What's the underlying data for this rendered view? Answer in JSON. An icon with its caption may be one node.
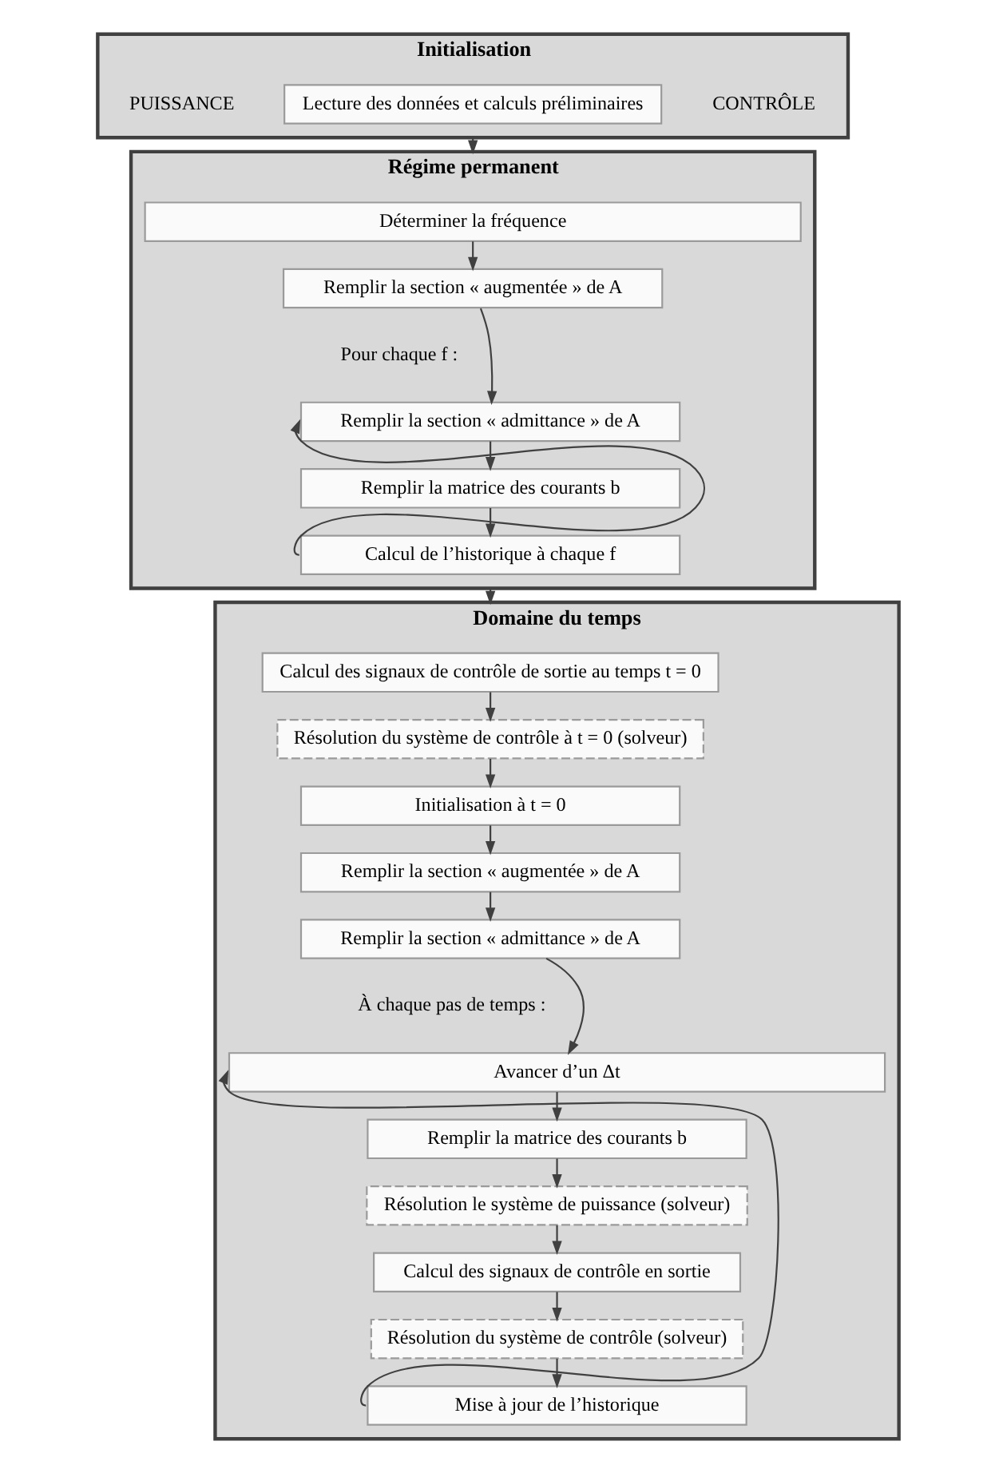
{
  "diagram": {
    "nodes": [
      {
        "text": [
          "Initialisation"
        ]
      },
      {
        "text": [
          "Lecture des données et calculs préliminaires"
        ],
        "in": 0
      },
      {
        "text": [
          "Régime permanent"
        ]
      },
      {
        "text": [
          "Déterminer la fréquence"
        ],
        "in": 2
      },
      {
        "text": [
          "Remplir la section « augmentée » de A"
        ],
        "in": 2
      },
      {
        "text": [
          "Remplir la section « admittance » de A"
        ],
        "in": 2
      },
      {
        "text": [
          "Remplir la matrice des courants b"
        ],
        "in": 2
      },
      {
        "text": [
          "Calcul de l’historique à chaque f"
        ],
        "in": 2
      },
      {
        "text": [
          "Domaine du temps"
        ]
      },
      {
        "text": [
          "Calcul des signaux de contrôle de sortie au temps t = 0"
        ],
        "in": 8
      },
      {
        "text": [
          "Résolution du système de contrôle à t = 0 (solveur)"
        ],
        "in": 8
      },
      {
        "text": [
          "Initialisation à t = 0"
        ],
        "in": 8
      },
      {
        "text": [
          "Remplir la section « augmentée » de A"
        ],
        "in": 8
      },
      {
        "text": [
          "Remplir la section « admittance » de A"
        ],
        "in": 8
      },
      {
        "text": [
          "Avancer d’un Δt"
        ],
        "in": 8
      },
      {
        "text": [
          "Remplir la matrice des courants b"
        ],
        "in": 8
      },
      {
        "text": [
          "Résolution le système de puissance (solveur)"
        ],
        "in": 8
      },
      {
        "text": [
          "Calcul des signaux de contrôle en sortie"
        ],
        "in": 8
      },
      {
        "text": [
          "Résolution du système de contrôle (solveur)"
        ],
        "in": 8
      },
      {
        "text": [
          "Mise à jour de l’historique"
        ],
        "in": 8
      }
    ],
    "edges": [
      {
        "from": 0,
        "to": 2,
        "arrow": "to"
      },
      {
        "from": 3,
        "to": 4,
        "arrow": "to"
      },
      {
        "from": 4,
        "to": 5,
        "arrow": "to"
      },
      {
        "from": 5,
        "to": 6,
        "arrow": "to"
      },
      {
        "from": 6,
        "to": 7,
        "arrow": "to"
      },
      {
        "from": 7,
        "to": 5,
        "arrow": "to"
      },
      {
        "from": 2,
        "to": 8,
        "arrow": "to"
      },
      {
        "from": 9,
        "to": 10,
        "arrow": "to"
      },
      {
        "from": 10,
        "to": 11,
        "arrow": "to"
      },
      {
        "from": 11,
        "to": 12,
        "arrow": "to"
      },
      {
        "from": 12,
        "to": 13,
        "arrow": "to"
      },
      {
        "from": 13,
        "to": 14,
        "arrow": "to"
      },
      {
        "from": 14,
        "to": 15,
        "arrow": "to"
      },
      {
        "from": 15,
        "to": 16,
        "arrow": "to"
      },
      {
        "from": 16,
        "to": 17,
        "arrow": "to"
      },
      {
        "from": 17,
        "to": 18,
        "arrow": "to"
      },
      {
        "from": 18,
        "to": 19,
        "arrow": "to"
      },
      {
        "from": 19,
        "to": 14,
        "arrow": "to"
      }
    ],
    "labels": [
      "PUISSANCE",
      "CONTRÔLE",
      "Pour chaque f :",
      "À chaque pas de temps :"
    ]
  }
}
